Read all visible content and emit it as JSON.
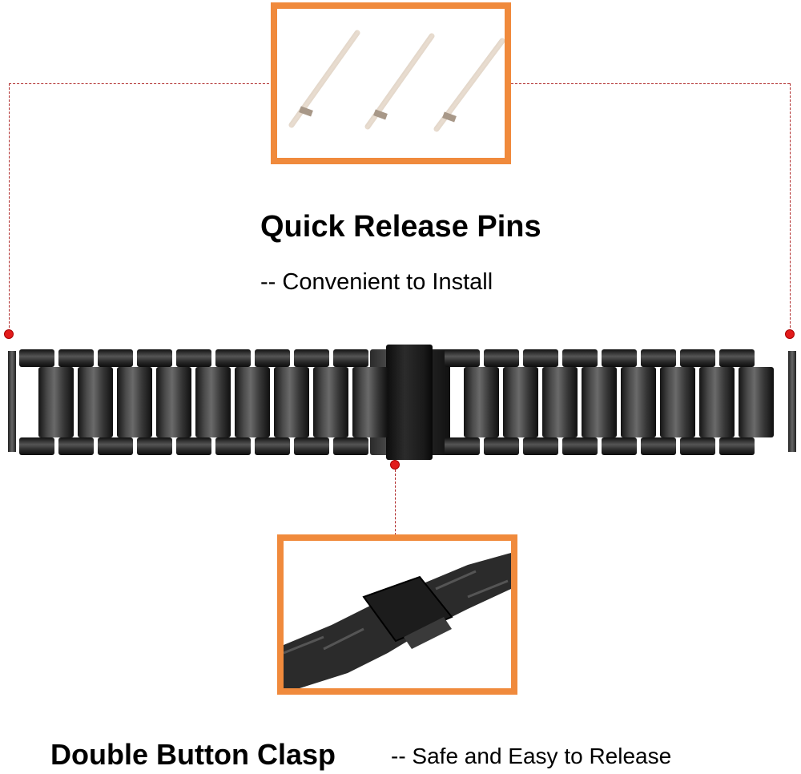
{
  "top_section": {
    "title": "Quick Release Pins",
    "subtitle": "-- Convenient to Install",
    "image_label": "quick-release-pins-photo",
    "pin_count": 3
  },
  "bottom_section": {
    "title": "Double Button Clasp",
    "subtitle": "-- Safe and Easy to Release",
    "image_label": "double-button-clasp-photo"
  },
  "colors": {
    "frame_orange": "#f08a3c",
    "callout_red": "#e21b1b",
    "dashed_line": "#b02a2a",
    "band_black": "#1a1a1a"
  }
}
